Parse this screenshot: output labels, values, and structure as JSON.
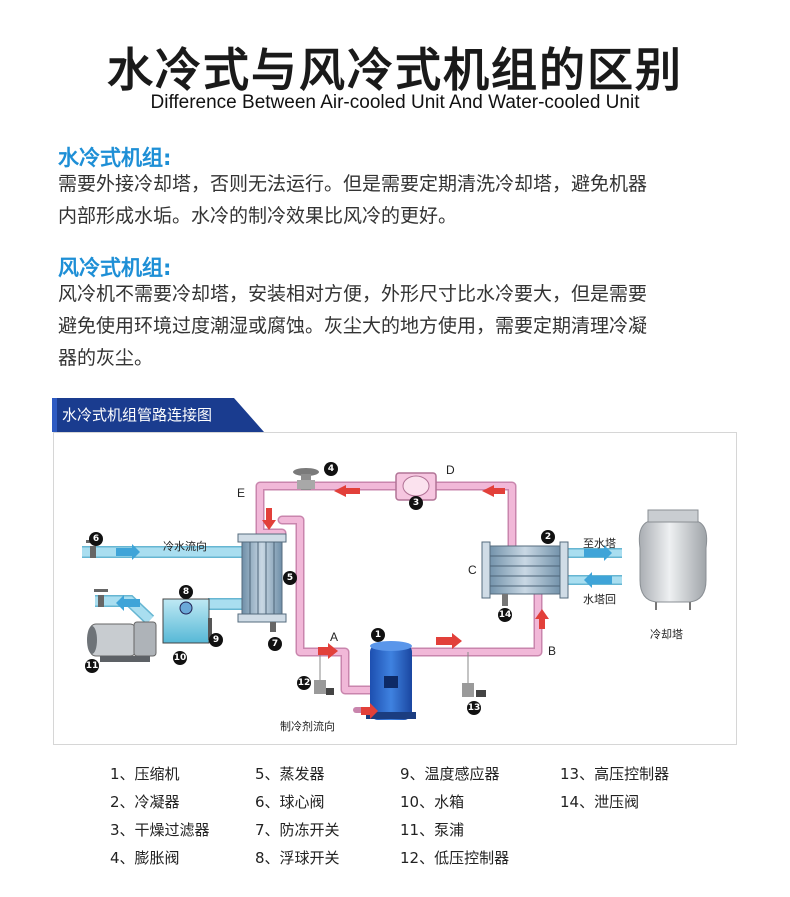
{
  "header": {
    "title": "水冷式与风冷式机组的区别",
    "subtitle": "Difference Between Air-cooled Unit And Water-cooled Unit"
  },
  "sections": [
    {
      "heading": "水冷式机组:",
      "lines": [
        "需要外接冷却塔，否则无法运行。但是需要定期清洗冷却塔，避免机器",
        "内部形成水垢。水冷的制冷效果比风冷的更好。"
      ]
    },
    {
      "heading": "风冷式机组:",
      "lines": [
        "风冷机不需要冷却塔，安装相对方便，外形尺寸比水冷要大，但是需要",
        "避免使用环境过度潮湿或腐蚀。灰尘大的地方使用，需要定期清理冷凝",
        "器的灰尘。"
      ]
    }
  ],
  "diagram": {
    "banner": "水冷式机组管路连接图",
    "labels": {
      "chilled_water_out": "冷水流向",
      "to_tower": "至水塔",
      "tower_return": "水塔回",
      "cooling_tower": "冷却塔",
      "refrigerant_flow": "制冷剂流向"
    },
    "letters": [
      "A",
      "B",
      "C",
      "D",
      "E"
    ],
    "numbers": [
      "1",
      "2",
      "3",
      "4",
      "5",
      "6",
      "7",
      "8",
      "9",
      "10",
      "11",
      "12",
      "13",
      "14"
    ],
    "colors": {
      "pipe": "#f1b8d8",
      "pipe_edge": "#c985ad",
      "water_pipe": "#9fd9ec",
      "arrow_red": "#e2403a",
      "arrow_blue": "#3fa4d8",
      "banner": "#1a3c8f"
    }
  },
  "legend": [
    "1、压缩机",
    "2、冷凝器",
    "3、干燥过滤器",
    "4、膨胀阀",
    "5、蒸发器",
    "6、球心阀",
    "7、防冻开关",
    "8、浮球开关",
    "9、温度感应器",
    "10、水箱",
    "11、泵浦",
    "12、低压控制器",
    "13、高压控制器",
    "14、泄压阀"
  ]
}
